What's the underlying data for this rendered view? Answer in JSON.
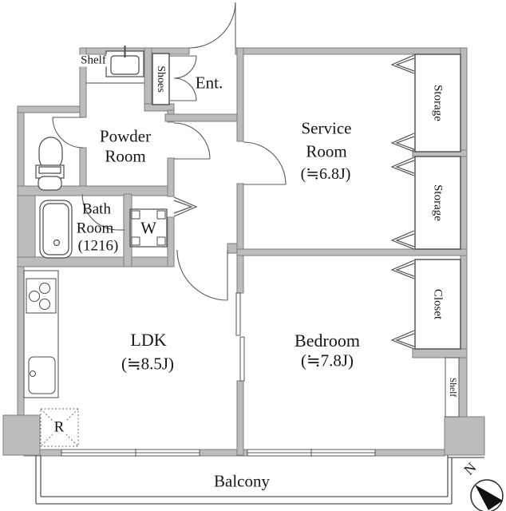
{
  "plan_title": "apartment-floor-plan",
  "colors": {
    "wall_fill": "#bcbcbc",
    "wall_outline": "#7e7e7e",
    "line_color": "#4a4a4a",
    "text_color": "#161616"
  },
  "rooms": {
    "powder_room": {
      "line1": "Powder",
      "line2": "Room"
    },
    "entrance": {
      "label": "Ent."
    },
    "service_room": {
      "line1": "Service",
      "line2": "Room",
      "size": "(≒6.8J)"
    },
    "ldk": {
      "label": "LDK",
      "size": "(≒8.5J)"
    },
    "bedroom": {
      "label": "Bedroom",
      "size": "(≒7.8J)"
    },
    "bath_room": {
      "line1": "Bath",
      "line2": "Room",
      "size": "(1216)"
    },
    "balcony": {
      "label": "Balcony"
    }
  },
  "storage_labels": {
    "shelf_top": "Shelf",
    "shoes": "Shoes",
    "storage_upper": "Storage",
    "storage_lower": "Storage",
    "closet": "Closet",
    "shelf_right": "Shelf"
  },
  "fixture_labels": {
    "washing_machine": "W",
    "refrigerator": "R"
  },
  "compass": {
    "north": "N"
  }
}
